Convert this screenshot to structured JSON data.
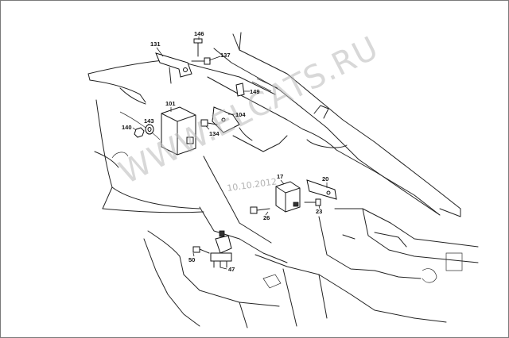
{
  "watermark": {
    "text": "WWW.ELCATS.RU",
    "color": "#b8b8b8"
  },
  "date_stamp": "10.10.2012",
  "callouts": [
    {
      "id": "146",
      "label": "146"
    },
    {
      "id": "131",
      "label": "131"
    },
    {
      "id": "137",
      "label": "137"
    },
    {
      "id": "149",
      "label": "149"
    },
    {
      "id": "101",
      "label": "101"
    },
    {
      "id": "104",
      "label": "104"
    },
    {
      "id": "140",
      "label": "140"
    },
    {
      "id": "143",
      "label": "143"
    },
    {
      "id": "134",
      "label": "134"
    },
    {
      "id": "20",
      "label": "20"
    },
    {
      "id": "17",
      "label": "17"
    },
    {
      "id": "26",
      "label": "26"
    },
    {
      "id": "23",
      "label": "23"
    },
    {
      "id": "50",
      "label": "50"
    },
    {
      "id": "47",
      "label": "47"
    }
  ]
}
